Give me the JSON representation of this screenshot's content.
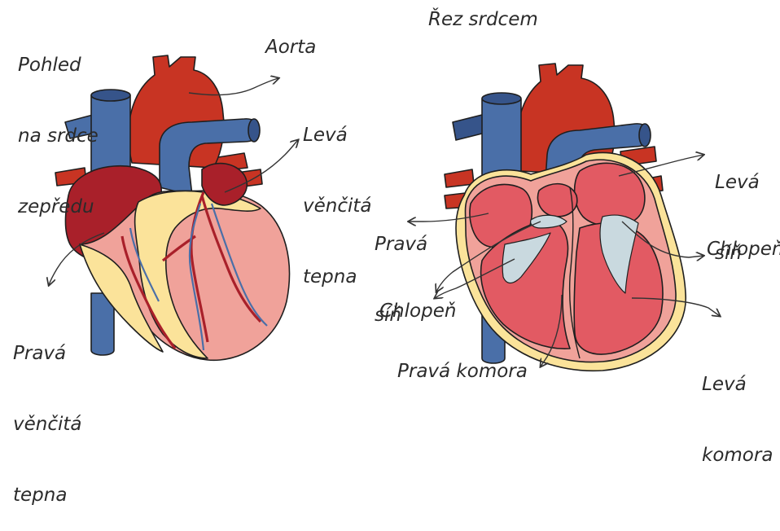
{
  "left_panel": {
    "title_lines": [
      "Pohled",
      "na srdce",
      "zepředu"
    ],
    "labels": {
      "aorta": "Aorta",
      "left_coronary": [
        "Levá",
        "věnčitá",
        "tepna"
      ],
      "right_coronary": [
        "Pravá",
        "věnčitá",
        "tepna"
      ]
    }
  },
  "right_panel": {
    "title": "Řez srdcem",
    "labels": {
      "left_atrium": [
        "Levá",
        "síň"
      ],
      "right_atrium": [
        "Pravá",
        "síň"
      ],
      "valve_right": "Chlopeň",
      "valve_left": "Chlopeň",
      "left_ventricle": [
        "Levá",
        "komora"
      ],
      "right_ventricle": "Pravá komora"
    }
  },
  "colors": {
    "aorta_red": "#c83423",
    "dark_red": "#a9202a",
    "vein_blue": "#4a6fa8",
    "vein_blue_dark": "#36548a",
    "muscle_pink": "#f0a29a",
    "fat_yellow": "#fbe39a",
    "chamber_red": "#e25a63",
    "valve_grey": "#c9d9df"
  }
}
